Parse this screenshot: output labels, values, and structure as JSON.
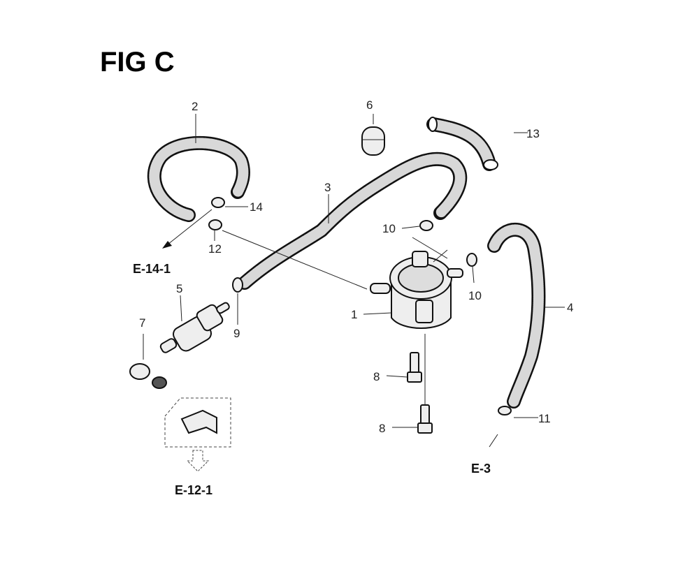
{
  "title": "FIG C",
  "callouts": {
    "p1": "1",
    "p2": "2",
    "p3": "3",
    "p4": "4",
    "p5": "5",
    "p6": "6",
    "p7": "7",
    "p8a": "8",
    "p8b": "8",
    "p9": "9",
    "p10a": "10",
    "p10b": "10",
    "p11": "11",
    "p12": "12",
    "p13": "13",
    "p14": "14"
  },
  "references": {
    "e14": "E-14-1",
    "e3": "E-3",
    "e12": "E-12-1"
  }
}
